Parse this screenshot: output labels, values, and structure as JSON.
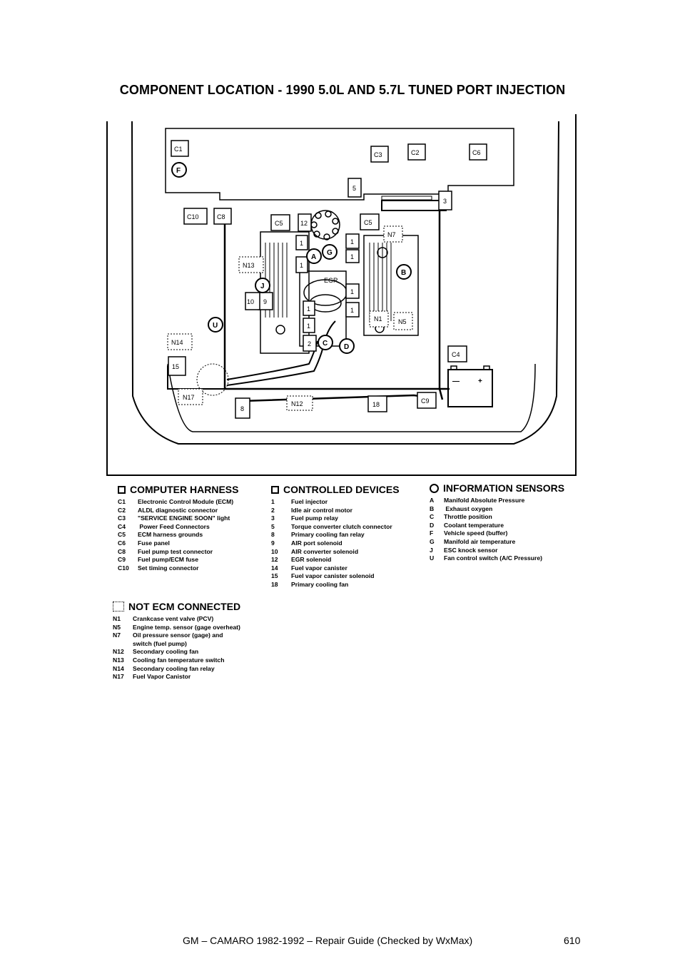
{
  "title": "COMPONENT LOCATION - 1990 5.0L AND 5.7L TUNED PORT INJECTION",
  "diagram": {
    "labels": {
      "c1": "C1",
      "c2": "C2",
      "c3": "C3",
      "c4": "C4",
      "c5": "C5",
      "c5b": "C5",
      "c6": "C6",
      "c8": "C8",
      "c9": "C9",
      "c10": "C10",
      "n1": "N1",
      "n5": "N5",
      "n7": "N7",
      "n12": "N12",
      "n13": "N13",
      "n14": "N14",
      "n17": "N17",
      "d1": "1",
      "d2": "2",
      "d3": "3",
      "d5": "5",
      "d8": "8",
      "d9": "9",
      "d10": "10",
      "d12": "12",
      "d15": "15",
      "d18": "18",
      "sA": "A",
      "sB": "B",
      "sC": "C",
      "sD": "D",
      "sF": "F",
      "sG": "G",
      "sJ": "J",
      "sU": "U",
      "egr": "EGR",
      "battery_neg": "—",
      "battery_pos": "+"
    }
  },
  "legend": {
    "computer_harness": {
      "heading": "COMPUTER HARNESS",
      "items": [
        {
          "code": "C1",
          "desc": "Electronic Control Module (ECM)"
        },
        {
          "code": "C2",
          "desc": "ALDL diagnostic connector"
        },
        {
          "code": "C3",
          "desc": "\"SERVICE ENGINE SOON\" light"
        },
        {
          "code": "C4",
          "desc": " Power Feed Connectors"
        },
        {
          "code": "C5",
          "desc": "ECM harness grounds"
        },
        {
          "code": "C6",
          "desc": "Fuse panel"
        },
        {
          "code": "C8",
          "desc": "Fuel pump test connector"
        },
        {
          "code": "C9",
          "desc": "Fuel pump/ECM fuse"
        },
        {
          "code": "C10",
          "desc": "Set timing connector"
        }
      ]
    },
    "not_ecm_connected": {
      "heading": "NOT ECM CONNECTED",
      "items": [
        {
          "code": "N1",
          "desc": "Crankcase vent valve (PCV)"
        },
        {
          "code": "N5",
          "desc": "Engine temp. sensor (gage overheat)"
        },
        {
          "code": "N7",
          "desc": "Oil pressure sensor (gage) and"
        },
        {
          "code": "",
          "desc": "switch (fuel pump)"
        },
        {
          "code": "N12",
          "desc": "Secondary cooling fan"
        },
        {
          "code": "N13",
          "desc": "Cooling fan temperature switch"
        },
        {
          "code": "N14",
          "desc": "Secondary cooling fan relay"
        },
        {
          "code": "N17",
          "desc": "Fuel Vapor Canistor"
        }
      ]
    },
    "controlled_devices": {
      "heading": "CONTROLLED DEVICES",
      "items": [
        {
          "code": "1",
          "desc": "Fuel injector"
        },
        {
          "code": "2",
          "desc": "Idle air control motor"
        },
        {
          "code": "3",
          "desc": "Fuel pump relay"
        },
        {
          "code": "5",
          "desc": "Torque converter clutch connector"
        },
        {
          "code": "8",
          "desc": "Primary cooling fan relay"
        },
        {
          "code": "9",
          "desc": "AIR port solenoid"
        },
        {
          "code": "10",
          "desc": "AIR converter solenoid"
        },
        {
          "code": "12",
          "desc": "EGR solenoid"
        },
        {
          "code": "14",
          "desc": "Fuel vapor canister"
        },
        {
          "code": "15",
          "desc": "Fuel vapor canister solenoid"
        },
        {
          "code": "18",
          "desc": "Primary cooling fan"
        }
      ]
    },
    "information_sensors": {
      "heading": "INFORMATION SENSORS",
      "items": [
        {
          "code": "A",
          "desc": "Manifold Absolute Pressure"
        },
        {
          "code": "B",
          "desc": " Exhaust oxygen"
        },
        {
          "code": "C",
          "desc": "Throttle position"
        },
        {
          "code": "D",
          "desc": "Coolant temperature"
        },
        {
          "code": "F",
          "desc": "Vehicle speed (buffer)"
        },
        {
          "code": "G",
          "desc": "Manifold air temperature"
        },
        {
          "code": "J",
          "desc": "ESC knock sensor"
        },
        {
          "code": "U",
          "desc": "Fan control switch (A/C Pressure)"
        }
      ]
    }
  },
  "footer": {
    "left": "GM – CAMARO 1982-1992 – Repair Guide (Checked by WxMax)",
    "page": "610"
  }
}
